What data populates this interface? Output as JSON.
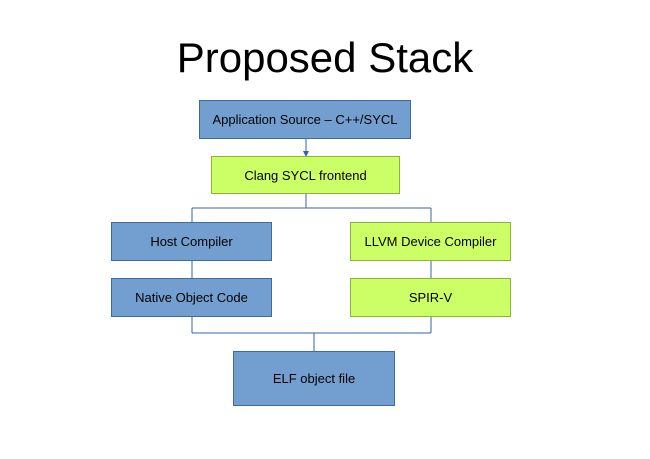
{
  "title": "Proposed Stack",
  "nodes": {
    "app_source": "Application Source – C++/SYCL",
    "clang_frontend": "Clang SYCL frontend",
    "host_compiler": "Host Compiler",
    "llvm_device_compiler": "LLVM Device Compiler",
    "native_object_code": "Native Object Code",
    "spir_v": "SPIR-V",
    "elf_object_file": "ELF object file"
  },
  "colors": {
    "blue_box": "#729fcf",
    "green_box": "#ccff66",
    "connector": "#3465a4"
  }
}
